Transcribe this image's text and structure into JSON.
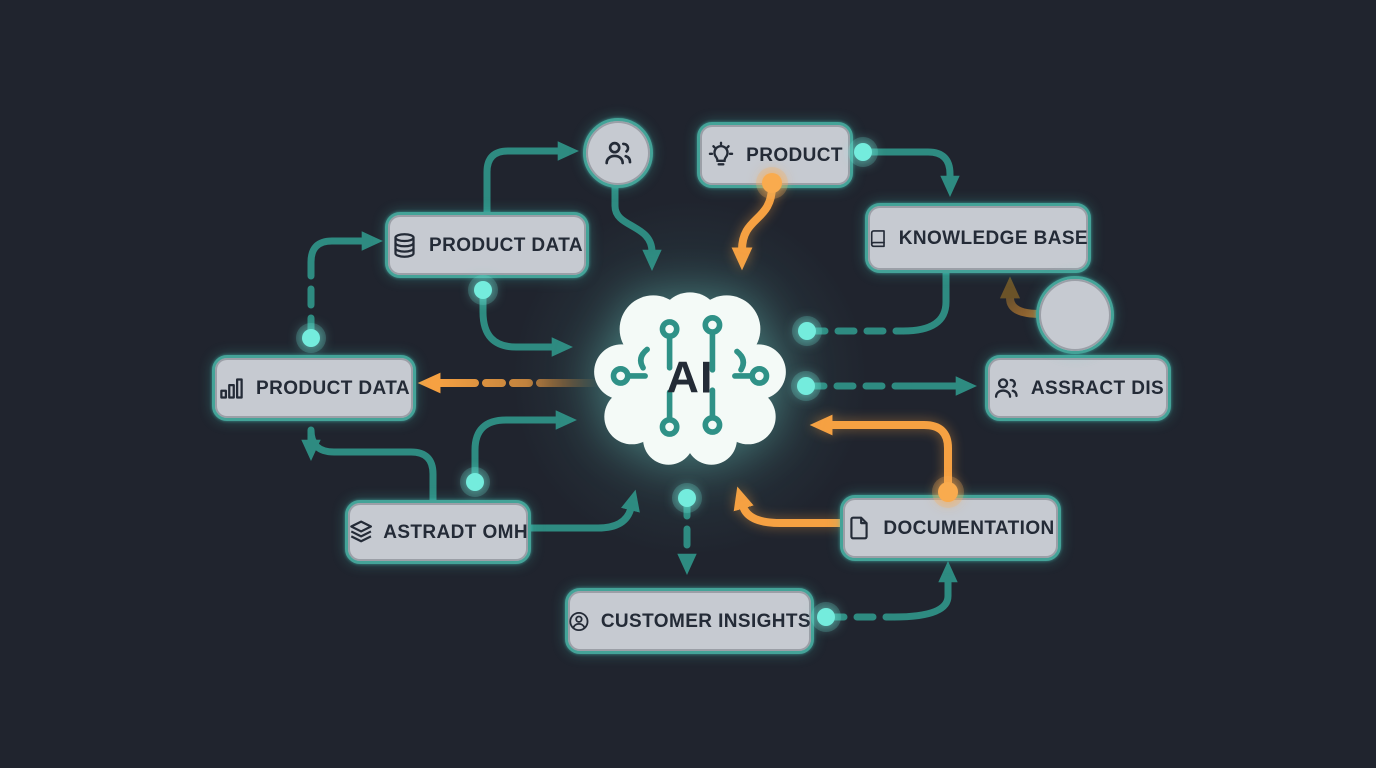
{
  "canvas": {
    "background": "#20242e"
  },
  "colors": {
    "teal_line": "#2e8b81",
    "teal_glow_dot": "#74ecdd",
    "orange_accent": "#f6a142",
    "brown_accent": "#96682f",
    "node_fill": "#c6cad1",
    "node_border": "#44a398",
    "node_text": "#242b37",
    "brain_fill": "#f4faf7"
  },
  "center": {
    "label": "AI"
  },
  "nodes": {
    "product": {
      "label": "PRODUCT",
      "icon": "lightbulb-icon"
    },
    "knowledge_base": {
      "label": "KNOWLEDGE BASE",
      "icon": "book-icon"
    },
    "product_data_top": {
      "label": "PRODUCT DATA",
      "icon": "database-icon"
    },
    "product_data_left": {
      "label": "PRODUCT DATA",
      "icon": "bar-chart-icon"
    },
    "assract_dis": {
      "label": "ASSRACT DIS",
      "icon": "users-icon"
    },
    "documentation": {
      "label": "DOCUMENTATION",
      "icon": "document-icon"
    },
    "astradt_omh": {
      "label": "ASTRADT OMH",
      "icon": "layers-icon"
    },
    "customer_insights": {
      "label": "CUSTOMER INSIGHTS",
      "icon": "user-circle-icon"
    },
    "people_circle": {
      "icon": "users-icon"
    },
    "plain_circle": {
      "icon": "none"
    }
  }
}
